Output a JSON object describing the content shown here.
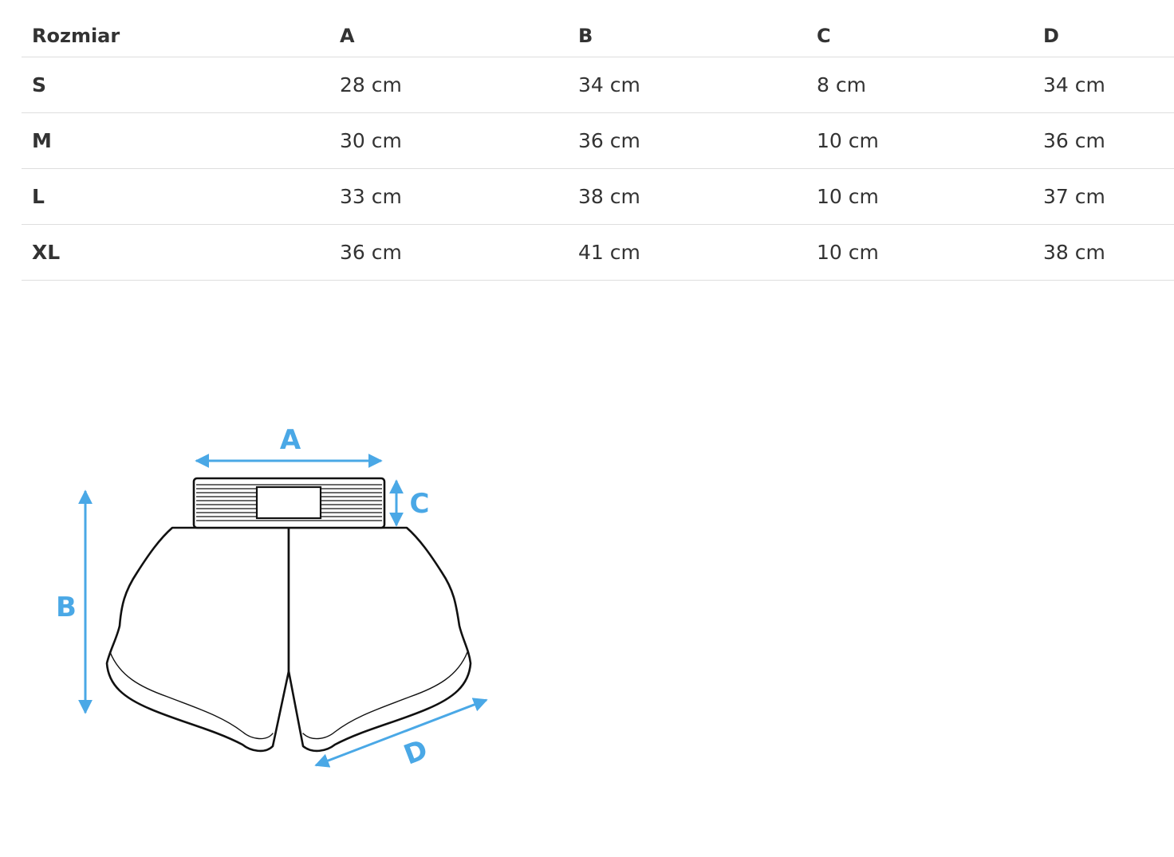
{
  "colors": {
    "text": "#333333",
    "divider": "#dedede",
    "measure_arrow": "#4aa8e6",
    "outline": "#111111"
  },
  "table": {
    "headers": [
      "Rozmiar",
      "A",
      "B",
      "C",
      "D"
    ],
    "rows": [
      [
        "S",
        "28 cm",
        "34 cm",
        "8 cm",
        "34 cm"
      ],
      [
        "M",
        "30 cm",
        "36 cm",
        "10 cm",
        "36 cm"
      ],
      [
        "L",
        "33 cm",
        "38 cm",
        "10 cm",
        "37 cm"
      ],
      [
        "XL",
        "36 cm",
        "41 cm",
        "10 cm",
        "38 cm"
      ]
    ]
  },
  "diagram": {
    "labels": {
      "a": "A",
      "b": "B",
      "c": "C",
      "d": "D"
    }
  }
}
